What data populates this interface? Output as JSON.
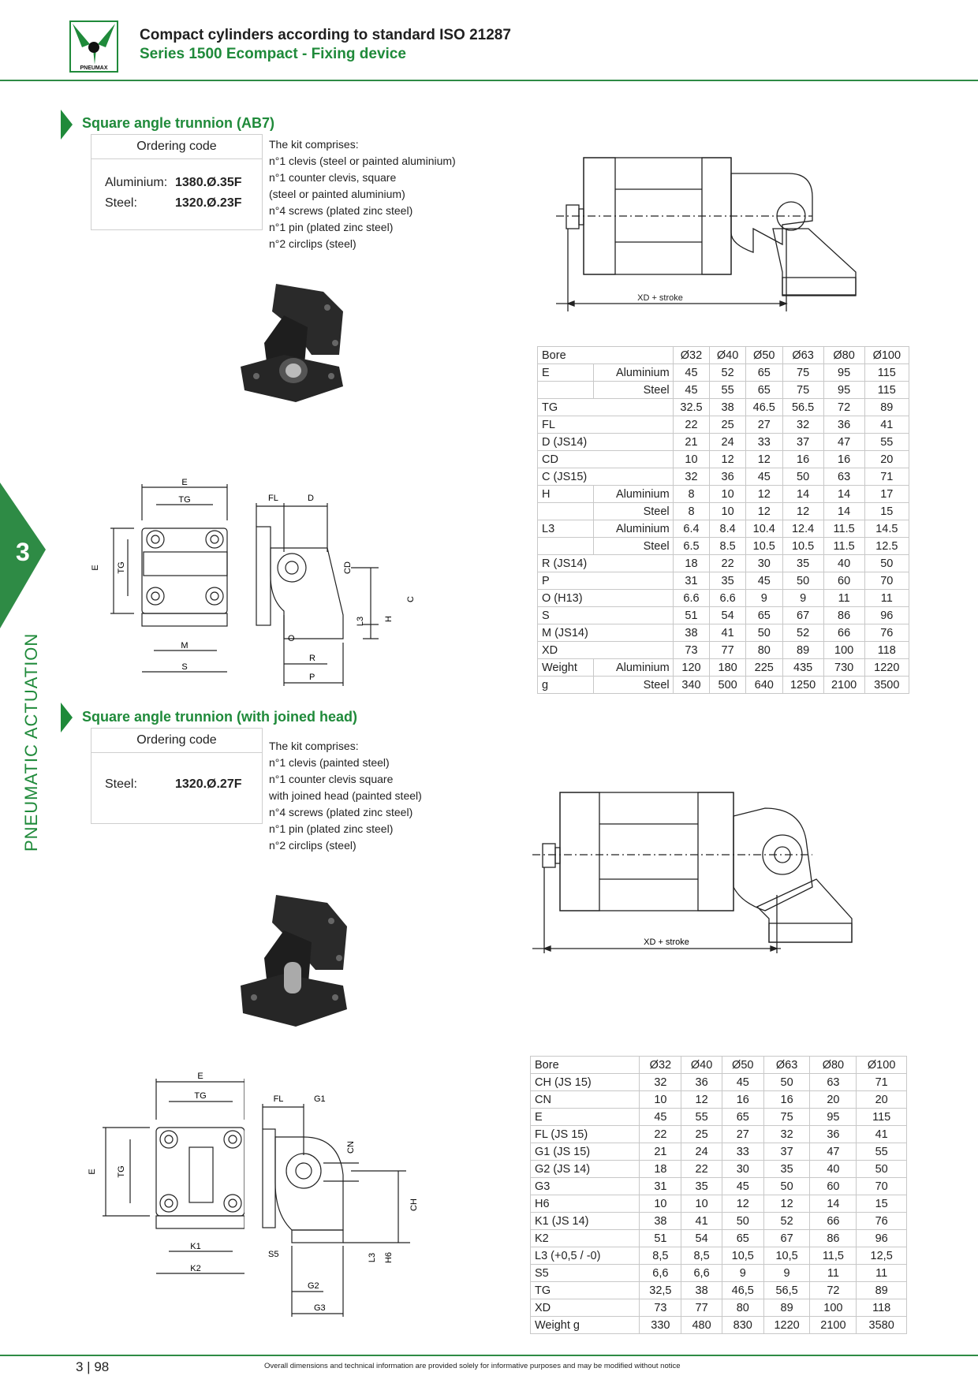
{
  "header": {
    "title": "Compact cylinders according to standard ISO 21287",
    "subtitle": "Series 1500 Ecompact - Fixing device",
    "logo_text": "PNEUMAX"
  },
  "side": {
    "chapter_number": "3",
    "label": "PNEUMATIC ACTUATION"
  },
  "colors": {
    "brand_green": "#1f8a3a",
    "tab_green": "#2e8b45"
  },
  "section1": {
    "title": "Square angle trunnion (AB7)",
    "ordering_head": "Ordering code",
    "rows": [
      {
        "label": "Aluminium:",
        "code": "1380.Ø.35F"
      },
      {
        "label": "Steel:",
        "code": "1320.Ø.23F"
      }
    ],
    "kit": [
      "The kit comprises:",
      "n°1 clevis (steel or painted aluminium)",
      "n°1 counter clevis, square",
      "(steel or painted aluminium)",
      "n°4 screws (plated zinc steel)",
      "n°1 pin (plated zinc steel)",
      "n°2 circlips (steel)"
    ],
    "dim_label": "XD + stroke",
    "drawing_labels": {
      "E": "E",
      "TG": "TG",
      "M": "M",
      "S": "S",
      "FL": "FL",
      "D": "D",
      "CD": "CD",
      "C": "C",
      "H": "H",
      "L3": "L3",
      "O": "O",
      "R": "R",
      "P": "P"
    },
    "table": {
      "header": [
        "Bore",
        "Ø32",
        "Ø40",
        "Ø50",
        "Ø63",
        "Ø80",
        "Ø100"
      ],
      "rows": [
        {
          "label": "E",
          "sub": "Aluminium",
          "values": [
            "45",
            "52",
            "65",
            "75",
            "95",
            "115"
          ]
        },
        {
          "label": "",
          "sub": "Steel",
          "values": [
            "45",
            "55",
            "65",
            "75",
            "95",
            "115"
          ]
        },
        {
          "label": "TG",
          "sub": "",
          "values": [
            "32.5",
            "38",
            "46.5",
            "56.5",
            "72",
            "89"
          ]
        },
        {
          "label": "FL",
          "sub": "",
          "values": [
            "22",
            "25",
            "27",
            "32",
            "36",
            "41"
          ]
        },
        {
          "label": "D (JS14)",
          "sub": "",
          "values": [
            "21",
            "24",
            "33",
            "37",
            "47",
            "55"
          ]
        },
        {
          "label": "CD",
          "sub": "",
          "values": [
            "10",
            "12",
            "12",
            "16",
            "16",
            "20"
          ]
        },
        {
          "label": "C (JS15)",
          "sub": "",
          "values": [
            "32",
            "36",
            "45",
            "50",
            "63",
            "71"
          ]
        },
        {
          "label": "H",
          "sub": "Aluminium",
          "values": [
            "8",
            "10",
            "12",
            "14",
            "14",
            "17"
          ]
        },
        {
          "label": "",
          "sub": "Steel",
          "values": [
            "8",
            "10",
            "12",
            "12",
            "14",
            "15"
          ]
        },
        {
          "label": "L3",
          "sub": "Aluminium",
          "values": [
            "6.4",
            "8.4",
            "10.4",
            "12.4",
            "11.5",
            "14.5"
          ]
        },
        {
          "label": "",
          "sub": "Steel",
          "values": [
            "6.5",
            "8.5",
            "10.5",
            "10.5",
            "11.5",
            "12.5"
          ]
        },
        {
          "label": "R (JS14)",
          "sub": "",
          "values": [
            "18",
            "22",
            "30",
            "35",
            "40",
            "50"
          ]
        },
        {
          "label": "P",
          "sub": "",
          "values": [
            "31",
            "35",
            "45",
            "50",
            "60",
            "70"
          ]
        },
        {
          "label": "O (H13)",
          "sub": "",
          "values": [
            "6.6",
            "6.6",
            "9",
            "9",
            "11",
            "11"
          ]
        },
        {
          "label": "S",
          "sub": "",
          "values": [
            "51",
            "54",
            "65",
            "67",
            "86",
            "96"
          ]
        },
        {
          "label": "M (JS14)",
          "sub": "",
          "values": [
            "38",
            "41",
            "50",
            "52",
            "66",
            "76"
          ]
        },
        {
          "label": "XD",
          "sub": "",
          "values": [
            "73",
            "77",
            "80",
            "89",
            "100",
            "118"
          ]
        },
        {
          "label": "Weight",
          "sub": "Aluminium",
          "values": [
            "120",
            "180",
            "225",
            "435",
            "730",
            "1220"
          ]
        },
        {
          "label": "g",
          "sub": "Steel",
          "values": [
            "340",
            "500",
            "640",
            "1250",
            "2100",
            "3500"
          ]
        }
      ]
    }
  },
  "section2": {
    "title": "Square angle trunnion (with joined head)",
    "ordering_head": "Ordering code",
    "rows": [
      {
        "label": "Steel:",
        "code": "1320.Ø.27F"
      }
    ],
    "kit": [
      "The kit comprises:",
      "n°1 clevis (painted steel)",
      "n°1 counter clevis square",
      "with joined head (painted steel)",
      "n°4 screws (plated zinc steel)",
      "n°1 pin (plated zinc steel)",
      "n°2 circlips (steel)"
    ],
    "dim_label": "XD + stroke",
    "drawing_labels": {
      "E": "E",
      "TG": "TG",
      "K1": "K1",
      "K2": "K2",
      "FL": "FL",
      "G1": "G1",
      "CN": "CN",
      "CH": "CH",
      "S5": "S5",
      "L3": "L3",
      "H6": "H6",
      "G2": "G2",
      "G3": "G3"
    },
    "table": {
      "header": [
        "Bore",
        "Ø32",
        "Ø40",
        "Ø50",
        "Ø63",
        "Ø80",
        "Ø100"
      ],
      "rows": [
        {
          "label": "CH (JS 15)",
          "values": [
            "32",
            "36",
            "45",
            "50",
            "63",
            "71"
          ]
        },
        {
          "label": "CN",
          "values": [
            "10",
            "12",
            "16",
            "16",
            "20",
            "20"
          ]
        },
        {
          "label": "E",
          "values": [
            "45",
            "55",
            "65",
            "75",
            "95",
            "115"
          ]
        },
        {
          "label": "FL (JS 15)",
          "values": [
            "22",
            "25",
            "27",
            "32",
            "36",
            "41"
          ]
        },
        {
          "label": "G1 (JS 15)",
          "values": [
            "21",
            "24",
            "33",
            "37",
            "47",
            "55"
          ]
        },
        {
          "label": "G2 (JS 14)",
          "values": [
            "18",
            "22",
            "30",
            "35",
            "40",
            "50"
          ]
        },
        {
          "label": "G3",
          "values": [
            "31",
            "35",
            "45",
            "50",
            "60",
            "70"
          ]
        },
        {
          "label": "H6",
          "values": [
            "10",
            "10",
            "12",
            "12",
            "14",
            "15"
          ]
        },
        {
          "label": "K1 (JS 14)",
          "values": [
            "38",
            "41",
            "50",
            "52",
            "66",
            "76"
          ]
        },
        {
          "label": "K2",
          "values": [
            "51",
            "54",
            "65",
            "67",
            "86",
            "96"
          ]
        },
        {
          "label": "L3 (+0,5 / -0)",
          "values": [
            "8,5",
            "8,5",
            "10,5",
            "10,5",
            "11,5",
            "12,5"
          ]
        },
        {
          "label": "S5",
          "values": [
            "6,6",
            "6,6",
            "9",
            "9",
            "11",
            "11"
          ]
        },
        {
          "label": "TG",
          "values": [
            "32,5",
            "38",
            "46,5",
            "56,5",
            "72",
            "89"
          ]
        },
        {
          "label": "XD",
          "values": [
            "73",
            "77",
            "80",
            "89",
            "100",
            "118"
          ]
        },
        {
          "label": "Weight g",
          "values": [
            "330",
            "480",
            "830",
            "1220",
            "2100",
            "3580"
          ]
        }
      ]
    }
  },
  "footer": {
    "page": "3 | 98",
    "note": "Overall dimensions and technical information are provided solely for informative purposes and may be modified without notice"
  }
}
